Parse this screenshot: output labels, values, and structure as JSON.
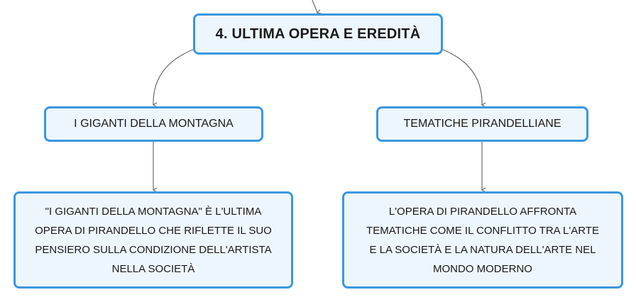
{
  "root": {
    "label": "4. ULTIMA OPERA E EREDITÀ"
  },
  "branches": [
    {
      "title": "I GIGANTI DELLA MONTAGNA",
      "detail": "\"I GIGANTI DELLA MONTAGNA\" È L'ULTIMA\nOPERA DI PIRANDELLO CHE RIFLETTE IL SUO\nPENSIERO SULLA CONDIZIONE DELL'ARTISTA\nNELLA SOCIETÀ"
    },
    {
      "title": "TEMATICHE PIRANDELLIANE",
      "detail": "L'OPERA DI PIRANDELLO AFFRONTA\nTEMATICHE COME IL CONFLITTO TRA L'ARTE\nE LA SOCIETÀ E LA NATURA DELL'ARTE NEL\nMONDO MODERNO"
    }
  ],
  "colors": {
    "node_border": "#3b97de",
    "node_fill": "#eef6fd",
    "connector": "#6b6b6b"
  }
}
